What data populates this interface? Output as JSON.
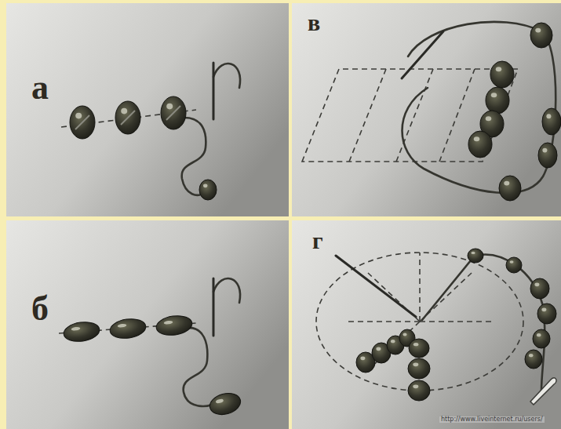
{
  "diagram": {
    "labels": [
      "а",
      "б",
      "в",
      "г",
      "http://www.liveinternet.ru/users/"
    ]
  }
}
